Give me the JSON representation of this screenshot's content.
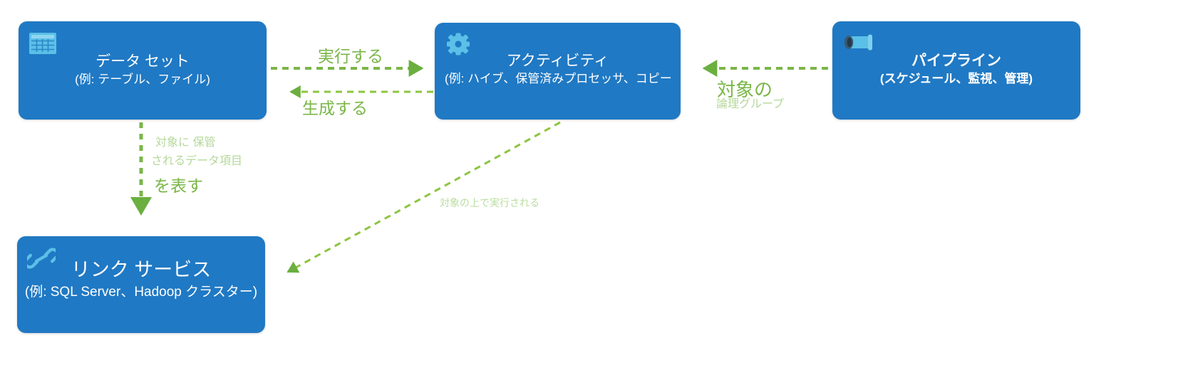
{
  "diagram": {
    "title": "Azure Data Factory concepts relationship diagram",
    "colors": {
      "node_fill": "#2079c4",
      "node_text": "#ffffff",
      "icon": "#5bc0e8",
      "arrow_strong": "#7ab648",
      "arrow_light": "#8cc63f",
      "label_strong": "#7ab648",
      "label_faint": "#b5d89a"
    },
    "nodes": [
      {
        "id": "dataset",
        "icon": "table-grid-icon",
        "title": "データ セット",
        "subtitle": "(例: テーブル、ファイル)",
        "bold": false
      },
      {
        "id": "activity",
        "icon": "gear-icon",
        "title": "アクティビティ",
        "subtitle": "(例: ハイブ、保管済みプロセッサ、コピー",
        "bold": false
      },
      {
        "id": "pipeline",
        "icon": "pipe-icon",
        "title": "パイプライン",
        "subtitle": "(スケジュール、監視、管理)",
        "bold": true
      },
      {
        "id": "linked",
        "icon": "link-chain-icon",
        "title": "リンク サービス",
        "subtitle": "(例: SQL Server、Hadoop クラスター)",
        "bold": false
      }
    ],
    "edges": [
      {
        "id": "run",
        "label": "実行する",
        "from": "dataset",
        "to": "activity",
        "style": "dashed",
        "emphasis": "strong"
      },
      {
        "id": "produce",
        "label": "生成する",
        "from": "activity",
        "to": "dataset",
        "style": "dashed",
        "emphasis": "strong"
      },
      {
        "id": "target",
        "label": "対象の",
        "from": "pipeline",
        "to": "activity",
        "style": "dashed",
        "emphasis": "strong"
      },
      {
        "id": "logical",
        "label": "論理グループ",
        "from": "pipeline",
        "to": "activity",
        "style": "dashed",
        "emphasis": "faint"
      },
      {
        "id": "stored1",
        "label": "対象に 保管",
        "from": "dataset",
        "to": "linked",
        "style": "dashed",
        "emphasis": "faint"
      },
      {
        "id": "stored2",
        "label": "されるデータ項目",
        "from": "dataset",
        "to": "linked",
        "style": "dashed",
        "emphasis": "faint"
      },
      {
        "id": "represent",
        "label": "を表す",
        "from": "dataset",
        "to": "linked",
        "style": "dashed",
        "emphasis": "strong"
      },
      {
        "id": "runson",
        "label": "対象の上で実行される",
        "from": "activity",
        "to": "linked",
        "style": "dashed",
        "emphasis": "faint"
      }
    ]
  }
}
